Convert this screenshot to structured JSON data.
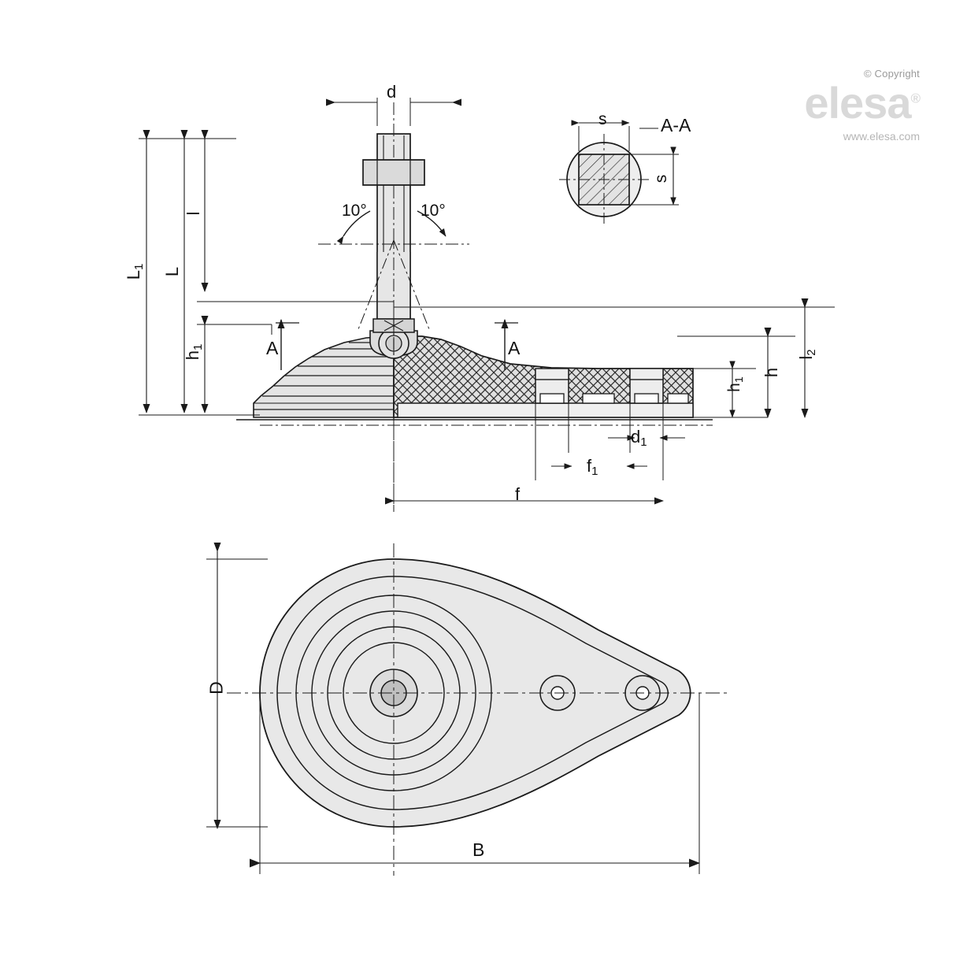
{
  "page": {
    "title": "Elesa leveling element technical drawing",
    "background": "#ffffff"
  },
  "watermark": {
    "copyright": "© Copyright",
    "brand": "elesa",
    "registered": "®",
    "url": "www.elesa.com"
  },
  "views": {
    "side_view": {
      "name": "side section view",
      "section_label": "A",
      "section_label_right": "A",
      "angle_left": "10°",
      "angle_right": "10°"
    },
    "detail_view": {
      "name": "A-A cross section of threaded stud",
      "title": "A-A",
      "width_label": "s",
      "height_label": "s"
    },
    "top_view": {
      "name": "plan view of base plate"
    }
  },
  "dimensions": {
    "d": "d",
    "L1": "L",
    "L1_sub": "1",
    "L": "L",
    "l": "l",
    "h1_left": "h",
    "h1_left_sub": "1",
    "h1": "h",
    "h1_sub": "1",
    "h": "h",
    "l2": "l",
    "l2_sub": "2",
    "d1": "d",
    "d1_sub": "1",
    "f1": "f",
    "f1_sub": "1",
    "f": "f",
    "D": "D",
    "B": "B"
  },
  "colors": {
    "line": "#1a1a1a",
    "fill_light": "#e9e9e9",
    "fill_mid": "#dcdcdc",
    "fill_dark": "#c9c9c9",
    "hatch": "#2b2b2b",
    "watermark": "#d9d9d9"
  }
}
